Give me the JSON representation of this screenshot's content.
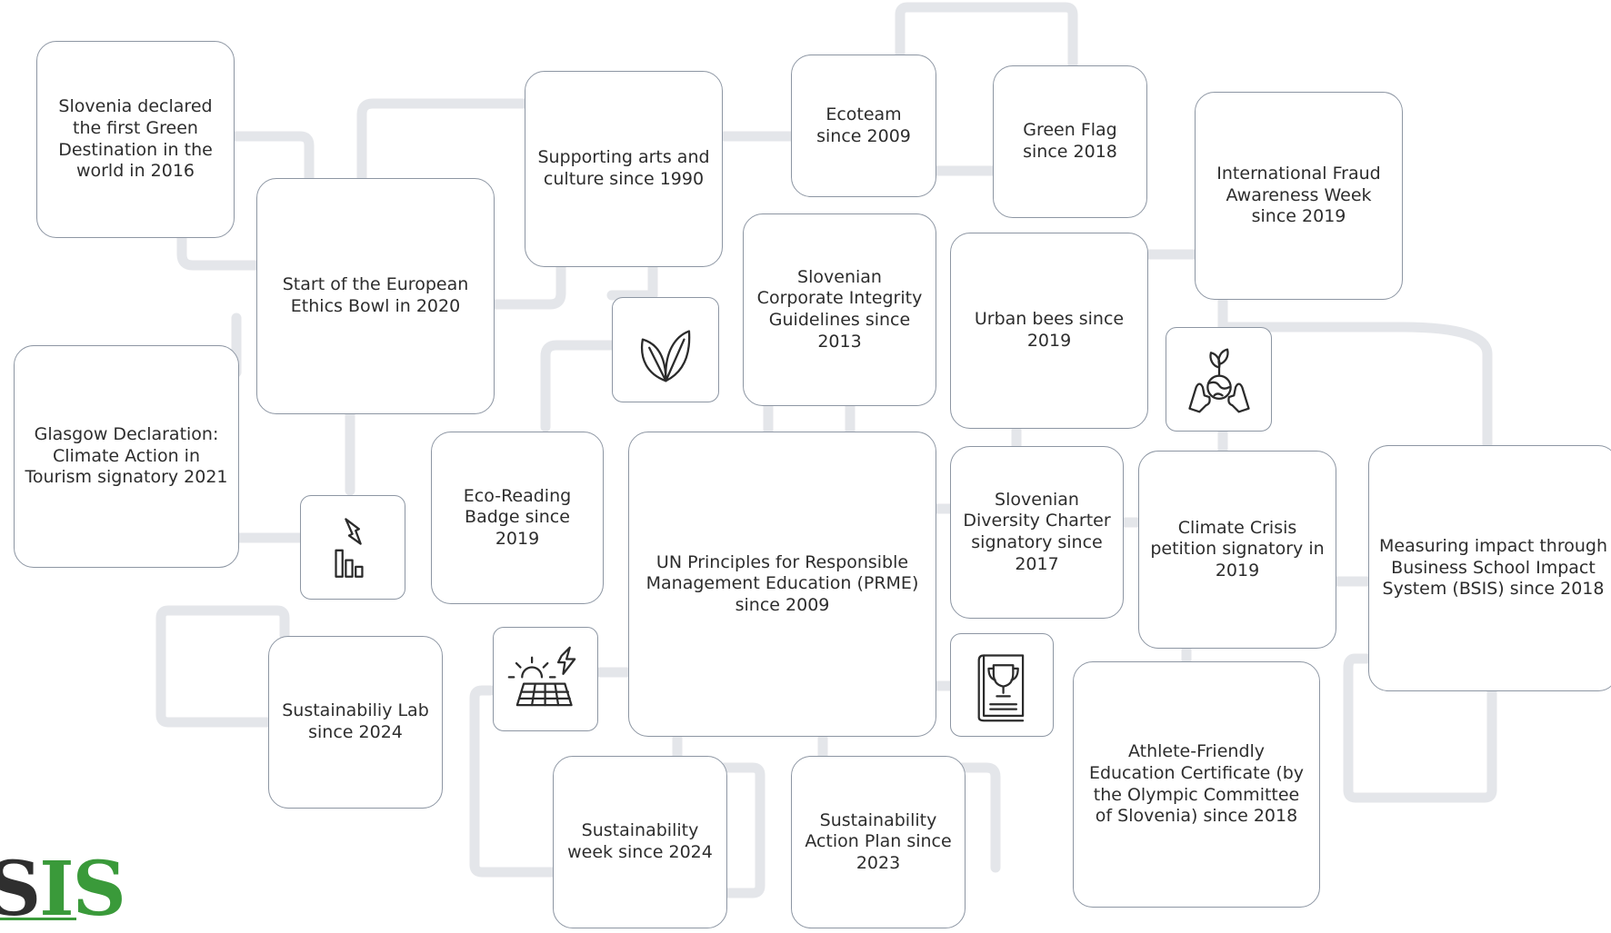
{
  "nodes": {
    "green_destination": "Slovenia declared the first Green Destination in the world in 2016",
    "ethics_bowl": "Start of the European Ethics Bowl in 2020",
    "arts_culture": "Supporting arts and culture since 1990",
    "ecoteam": "Ecoteam since 2009",
    "green_flag": "Green Flag since 2018",
    "fraud_week": "International Fraud Awareness Week since 2019",
    "integrity_guidelines": "Slovenian Corporate Integrity Guidelines since 2013",
    "urban_bees": "Urban bees since 2019",
    "glasgow": "Glasgow Declaration: Climate Action in Tourism signatory 2021",
    "eco_reading": "Eco-Reading Badge since 2019",
    "prme": "UN Principles for Responsible Management Education (PRME) since 2009",
    "diversity_charter": "Slovenian Diversity Charter signatory since 2017",
    "climate_crisis": "Climate Crisis petition signatory in 2019",
    "bsis": "Measuring impact through Business School Impact System (BSIS) since 2018",
    "sustainability_lab": "Sustainabiliy Lab since 2024",
    "sustainability_week": "Sustainability week since 2024",
    "action_plan": "Sustainability Action Plan since 2023",
    "athlete_friendly": "Athlete-Friendly Education Certificate (by the Olympic Committee of Slovenia) since 2018"
  },
  "icons": [
    "leaves-icon",
    "hands-globe-icon",
    "energy-chart-icon",
    "solar-panel-icon",
    "trophy-book-icon"
  ],
  "logo": {
    "part1": "S",
    "part2": "IS"
  },
  "colors": {
    "border": "#8d96a3",
    "connector": "#e4e6ea",
    "text": "#2d2d2d",
    "logo_accent": "#3a9a3a"
  }
}
